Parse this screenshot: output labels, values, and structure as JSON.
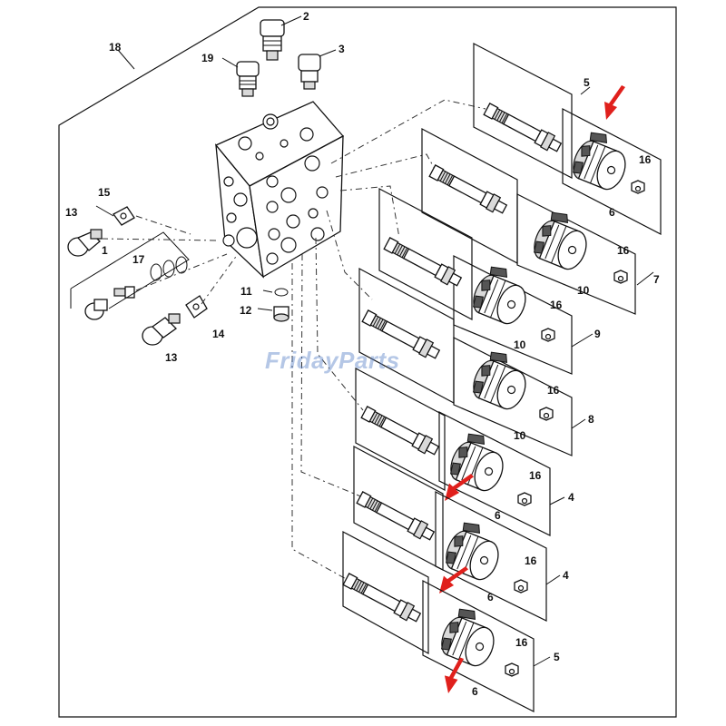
{
  "diagram": {
    "callouts": {
      "c1": "1",
      "c2": "2",
      "c3": "3",
      "c4a": "4",
      "c4b": "4",
      "c5a": "5",
      "c5b": "5",
      "c6a": "6",
      "c6b": "6",
      "c6c": "6",
      "c6d": "6",
      "c7": "7",
      "c8": "8",
      "c9": "9",
      "c10a": "10",
      "c10b": "10",
      "c10c": "10",
      "c11": "11",
      "c12": "12",
      "c13a": "13",
      "c13b": "13",
      "c14": "14",
      "c15": "15",
      "c16a": "16",
      "c16b": "16",
      "c16c": "16",
      "c16d": "16",
      "c16e": "16",
      "c16f": "16",
      "c16g": "16",
      "c17": "17",
      "c18": "18",
      "c19": "19"
    },
    "watermark": "FridayParts",
    "highlight_color": "#e0201c"
  }
}
